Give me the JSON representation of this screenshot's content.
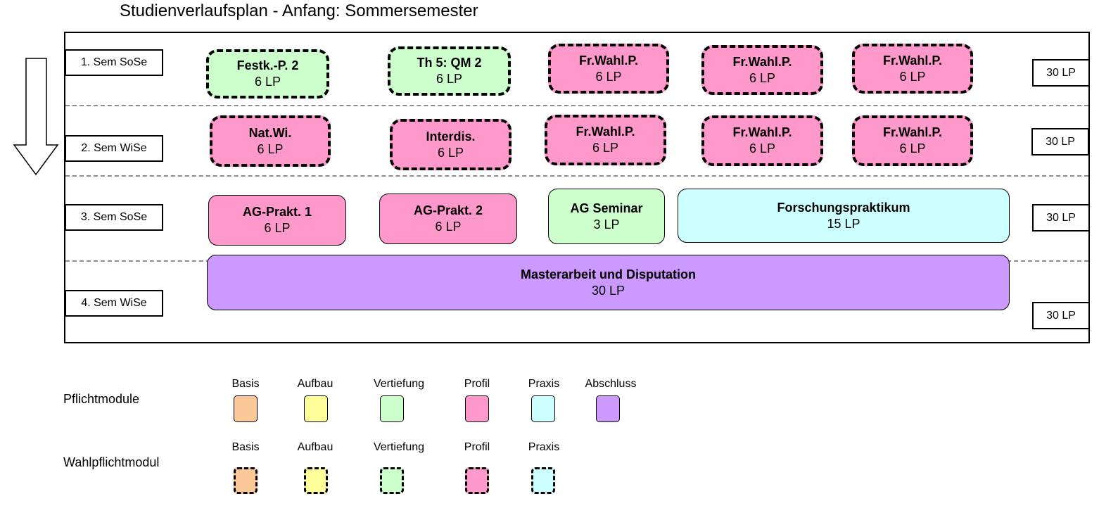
{
  "title": "Studienverlaufsplan - Anfang: Sommersemester",
  "colors": {
    "basis": "#fbc898",
    "aufbau": "#ffff99",
    "vertiefung": "#ccffcc",
    "profil": "#ff99cc",
    "praxis": "#ccffff",
    "abschluss": "#cc99ff"
  },
  "semesters": [
    {
      "label": "1. Sem SoSe",
      "total": "30 LP"
    },
    {
      "label": "2. Sem WiSe",
      "total": "30 LP"
    },
    {
      "label": "3. Sem SoSe",
      "total": "30 LP"
    },
    {
      "label": "4. Sem WiSe",
      "total": "30 LP"
    }
  ],
  "modules": [
    {
      "name": "Festk.-P. 2",
      "credits": "6 LP",
      "category": "vertiefung",
      "optional": true
    },
    {
      "name": "Th 5: QM 2",
      "credits": "6 LP",
      "category": "vertiefung",
      "optional": true
    },
    {
      "name": "Fr.Wahl.P.",
      "credits": "6 LP",
      "category": "profil",
      "optional": true
    },
    {
      "name": "Fr.Wahl.P.",
      "credits": "6 LP",
      "category": "profil",
      "optional": true
    },
    {
      "name": "Fr.Wahl.P.",
      "credits": "6 LP",
      "category": "profil",
      "optional": true
    },
    {
      "name": "Nat.Wi.",
      "credits": "6 LP",
      "category": "profil",
      "optional": true
    },
    {
      "name": "Interdis.",
      "credits": "6 LP",
      "category": "profil",
      "optional": true
    },
    {
      "name": "Fr.Wahl.P.",
      "credits": "6 LP",
      "category": "profil",
      "optional": true
    },
    {
      "name": "Fr.Wahl.P.",
      "credits": "6 LP",
      "category": "profil",
      "optional": true
    },
    {
      "name": "Fr.Wahl.P.",
      "credits": "6 LP",
      "category": "profil",
      "optional": true
    },
    {
      "name": "AG-Prakt. 1",
      "credits": "6 LP",
      "category": "profil",
      "optional": false
    },
    {
      "name": "AG-Prakt. 2",
      "credits": "6 LP",
      "category": "profil",
      "optional": false
    },
    {
      "name": "AG Seminar",
      "credits": "3 LP",
      "category": "vertiefung",
      "optional": false
    },
    {
      "name": "Forschungspraktikum",
      "credits": "15 LP",
      "category": "praxis",
      "optional": false
    },
    {
      "name": "Masterarbeit und Disputation",
      "credits": "30 LP",
      "category": "abschluss",
      "optional": false
    }
  ],
  "legend": {
    "mandatory": {
      "label": "Pflichtmodule",
      "items": [
        {
          "label": "Basis",
          "color": "#fbc898"
        },
        {
          "label": "Aufbau",
          "color": "#ffff99"
        },
        {
          "label": "Vertiefung",
          "color": "#ccffcc"
        },
        {
          "label": "Profil",
          "color": "#ff99cc"
        },
        {
          "label": "Praxis",
          "color": "#ccffff"
        },
        {
          "label": "Abschluss",
          "color": "#cc99ff"
        }
      ]
    },
    "elective": {
      "label": "Wahlpflichtmodul",
      "items": [
        {
          "label": "Basis",
          "color": "#fbc898"
        },
        {
          "label": "Aufbau",
          "color": "#ffff99"
        },
        {
          "label": "Vertiefung",
          "color": "#ccffcc"
        },
        {
          "label": "Profil",
          "color": "#ff99cc"
        },
        {
          "label": "Praxis",
          "color": "#ccffff"
        }
      ]
    }
  }
}
